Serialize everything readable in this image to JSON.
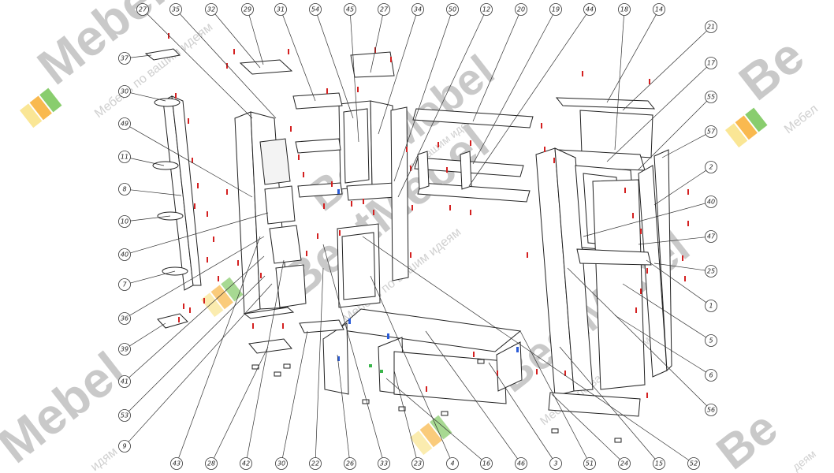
{
  "callouts": {
    "top": [
      "27",
      "35",
      "32",
      "29",
      "31",
      "54",
      "45",
      "27",
      "34",
      "50",
      "12",
      "20",
      "19",
      "44",
      "18",
      "14"
    ],
    "right": [
      "21",
      "17",
      "55",
      "57",
      "2",
      "40",
      "47",
      "25",
      "1",
      "5",
      "6",
      "56"
    ],
    "left": [
      "37",
      "30",
      "49",
      "11",
      "8",
      "10",
      "40",
      "7",
      "36",
      "39",
      "41",
      "53",
      "9"
    ],
    "bottom": [
      "43",
      "28",
      "42",
      "30",
      "22",
      "26",
      "33",
      "23",
      "4",
      "16",
      "46",
      "3",
      "51",
      "24",
      "15",
      "52"
    ]
  },
  "watermark": {
    "brand": "BestMebel",
    "brand_short": "Mebel",
    "brand_lead": "Be",
    "tagline": "Мебель по вашим идеям",
    "tagline_cut": "Мебел",
    "tagline_tail": "идям",
    "tagline_end": "деям"
  },
  "colors": {
    "line": "#222222",
    "watermark_gray": "#c9c9c9",
    "logo_orange": "#f7a823",
    "logo_green": "#6cc04a",
    "logo_yellow": "#f9e07a",
    "marker_red": "#d42020",
    "marker_blue": "#2a5bd7"
  }
}
